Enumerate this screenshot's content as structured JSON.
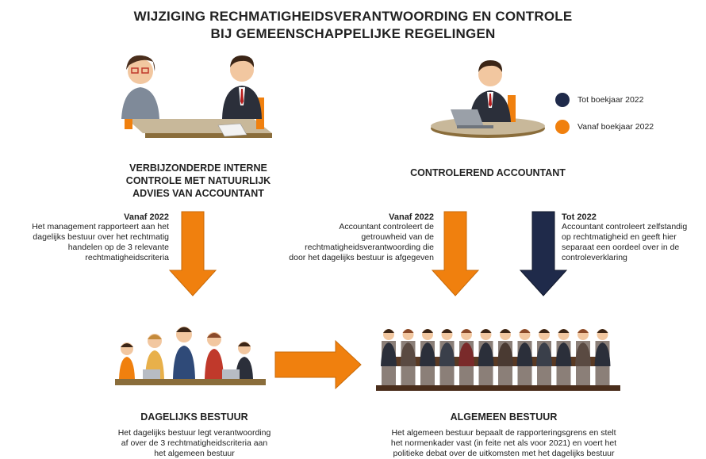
{
  "title_line1": "WIJZIGING RECHMATIGHEIDSVERANTWOORDING EN CONTROLE",
  "title_line2": "BIJ GEMEENSCHAPPELIJKE REGELINGEN",
  "legend": {
    "items": [
      {
        "label": "Tot boekjaar 2022",
        "color": "#1f2a4a"
      },
      {
        "label": "Vanaf boekjaar 2022",
        "color": "#f0800e"
      }
    ]
  },
  "left_block": {
    "heading_lines": [
      "VERBIJZONDERDE INTERNE",
      "CONTROLE MET NATUURLIJK",
      "ADVIES VAN ACCOUNTANT"
    ],
    "sub": "Vanaf 2022",
    "text_lines": [
      "Het management rapporteert aan het",
      "dagelijks bestuur over het rechtmatig",
      "handelen op de 3 relevante",
      "rechtmatigheidscriteria"
    ]
  },
  "right_block": {
    "heading": "CONTROLEREND ACCOUNTANT",
    "vanaf_sub": "Vanaf 2022",
    "vanaf_lines": [
      "Accountant controleert de",
      "getrouwheid van de",
      "rechtmatigheidsverantwoording die",
      "door het dagelijks bestuur is afgegeven"
    ],
    "tot_sub": "Tot 2022",
    "tot_lines": [
      "Accountant controleert zelfstandig",
      "op rechtmatigheid en geeft hier",
      "separaat een oordeel over in de",
      "controleverklaring"
    ]
  },
  "dagelijks": {
    "heading": "DAGELIJKS BESTUUR",
    "text_lines": [
      "Het dagelijks bestuur legt verantwoording",
      "af over de 3 rechtmatigheidscriteria aan",
      "het algemeen bestuur"
    ]
  },
  "algemeen": {
    "heading": "ALGEMEEN BESTUUR",
    "text_lines": [
      "Het algemeen bestuur bepaalt de rapporteringsgrens en stelt",
      "het normenkader vast (in feite net als voor 2021) en voert het",
      "politieke debat over de uitkomsten met het dagelijks bestuur"
    ]
  },
  "colors": {
    "orange": "#f0800e",
    "navy": "#1f2a4a"
  }
}
